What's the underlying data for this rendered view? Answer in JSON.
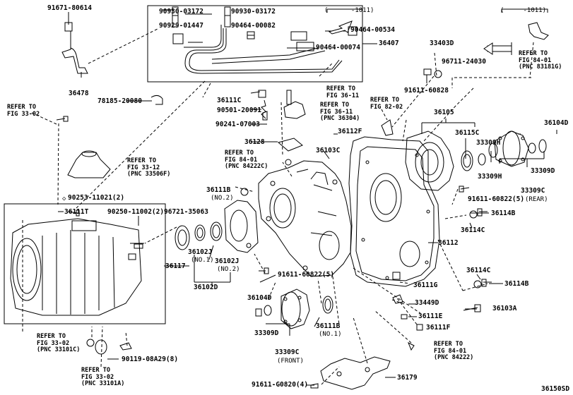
{
  "diagram": {
    "parts": {
      "p91671": "91671-80614",
      "p36478": "36478",
      "p90930a": "90930-03172",
      "p90930b": "90930-03172",
      "p90929": "90929-01447",
      "p90464_82": "90464-00082",
      "p90464_534": "90464-00534",
      "p90464_74": "90464-00074",
      "p36407": "36407",
      "p33403d": "33403D",
      "p96711": "96711-24030",
      "p91611_828": "91611-60828",
      "p78185": "78185-20080",
      "p36111c": "36111C",
      "p90501": "90501-20091",
      "p90241": "90241-07003",
      "p36112f": "36112F",
      "p36128": "36128",
      "p36103c": "36103C",
      "p36105": "36105",
      "p36115c": "36115C",
      "p33309h_a": "33309H",
      "p33309h_b": "33309H",
      "p36104d_r": "36104D",
      "p33309d_r": "33309D",
      "p33309c_r": "33309C",
      "p33309c_r_note": "(REAR)",
      "p91611_6082_r": "91611-60822(5)",
      "p36114b_a": "36114B",
      "p36114c_a": "36114C",
      "p36112": "36112",
      "p36114c_b": "36114C",
      "p36114b_b": "36114B",
      "p90253": "90253-11021(2)",
      "p36111t": "36111T",
      "p90250": "90250-11002(2)",
      "p96721": "96721-35063",
      "p36111b_2": "36111B",
      "p36111b_2_note": "(NO.2)",
      "p36117": "36117",
      "p36102j_1": "36102J",
      "p36102j_1_note": "(NO.1)",
      "p36102j_2": "36102J",
      "p36102j_2_note": "(NO.2)",
      "p36102d": "36102D",
      "p91611_6082_l": "91611-60822(5)",
      "p36111g": "36111G",
      "p33449d": "33449D",
      "p36111e": "36111E",
      "p36103a": "36103A",
      "p36111f": "36111F",
      "p36104d_f": "36104D",
      "p33309d_f": "33309D",
      "p33309c_f": "33309C",
      "p33309c_f_note": "(FRONT)",
      "p36111b_1": "36111B",
      "p36111b_1_note": "(NO.1)",
      "p90119": "90119-08A29(8)",
      "p36179": "36179",
      "p91611_g": "91611-G0820(4)",
      "fig_id": "36150SD",
      "range_a": "(      -1011)",
      "range_b": "(     -1011)"
    },
    "refs": {
      "r_33_02_top": [
        "REFER TO",
        "FIG 33-02"
      ],
      "r_36_11": [
        "REFER TO",
        "FIG 36-11"
      ],
      "r_36_11_pnc": [
        "REFER TO",
        "FIG 36-11",
        "(PNC 36304)"
      ],
      "r_82_02": [
        "REFER TO",
        "FIG 82-02"
      ],
      "r_84_01_top": [
        "REFER TO",
        "FIG 84-01",
        "(PNC 83181G)"
      ],
      "r_33_12": [
        "REFER TO",
        "FIG 33-12",
        "(PNC 33506F)"
      ],
      "r_84_01_mid": [
        "REFER TO",
        "FIG 84-01",
        "(PNC 84222C)"
      ],
      "r_33_02_b1": [
        "REFER TO",
        "FIG 33-02",
        "(PNC 33101C)"
      ],
      "r_33_02_b2": [
        "REFER TO",
        "FIG 33-02",
        "(PNC 33101A)"
      ],
      "r_84_01_bot": [
        "REFER TO",
        "FIG 84-01",
        "(PNC 84222)"
      ]
    }
  }
}
